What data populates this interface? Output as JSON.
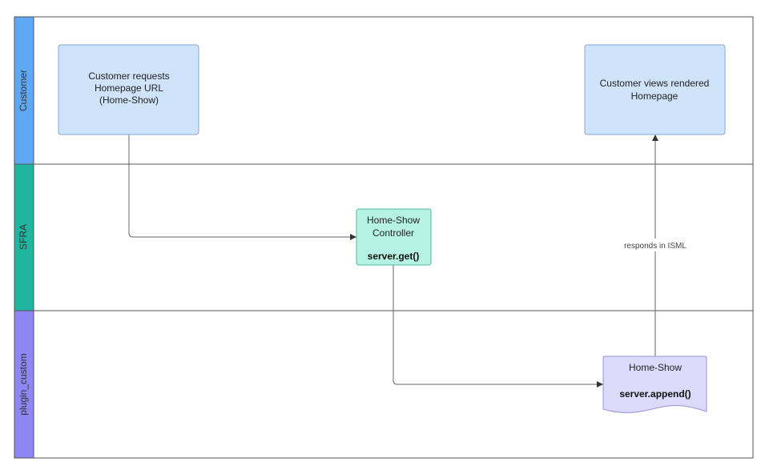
{
  "lanes": [
    {
      "label": "Customer",
      "color": "#5fa8f5"
    },
    {
      "label": "SFRA",
      "color": "#1fb5a0"
    },
    {
      "label": "plugin_custom",
      "color": "#8e86f2"
    }
  ],
  "nodes": {
    "customer_request": {
      "lines": [
        "Customer requests",
        "Homepage URL",
        "(Home-Show)"
      ],
      "fill": "#cfe3fb",
      "stroke": "#8aa9cf"
    },
    "customer_view": {
      "lines": [
        "Customer views rendered",
        "Homepage"
      ],
      "fill": "#cfe3fb",
      "stroke": "#8aa9cf"
    },
    "controller": {
      "lines": [
        "Home-Show",
        "Controller"
      ],
      "method": "server.get()",
      "fill": "#b6f2e3",
      "stroke": "#4fb89e"
    },
    "plugin_home_show": {
      "lines": [
        "Home-Show"
      ],
      "method": "server.append()",
      "fill": "#dcd9fb",
      "stroke": "#9a94d8"
    }
  },
  "edges": {
    "responds_label": "responds in ISML"
  }
}
